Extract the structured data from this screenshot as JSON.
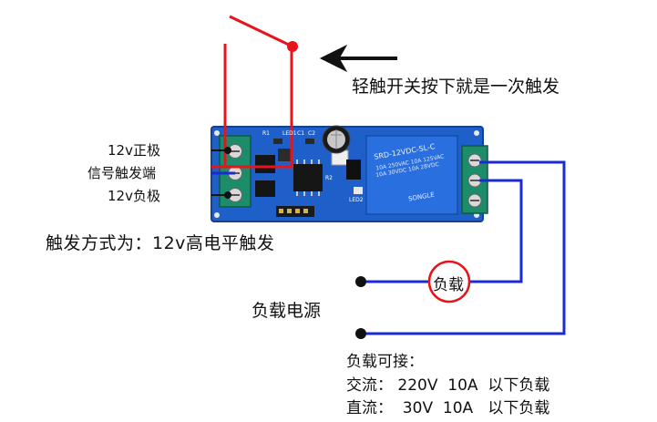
{
  "annotations": {
    "switch_note": "轻触开关按下就是一次触发",
    "pin_vcc": "12v正极",
    "pin_signal": "信号触发端",
    "pin_gnd": "12v负极",
    "trigger_mode": "触发方式为：12v高电平触发",
    "load_power": "负载电源",
    "load": "负载",
    "capacity_title": "负载可接：",
    "capacity_ac": "交流： 220V  10A  以下负载",
    "capacity_dc": "直流：  30V  10A   以下负载"
  },
  "board": {
    "relay_model": "SRD-12VDC-SL-C",
    "relay_rating_1": "10A 250VAC  10A 125VAC",
    "relay_rating_2": "10A 30VDC  10A 28VDC",
    "relay_brand": "SONGLE",
    "silk_c1": "C1",
    "silk_c2": "C2",
    "silk_led1": "LED1",
    "silk_led2": "LED2",
    "silk_r1": "R1",
    "silk_r2": "R2"
  },
  "colors": {
    "switch_wire": "#e8141c",
    "signal_wire": "#1a2bd6",
    "pcb": "#1f5fc9",
    "relay": "#2a6fe0",
    "terminal": "#1d8c6a"
  }
}
